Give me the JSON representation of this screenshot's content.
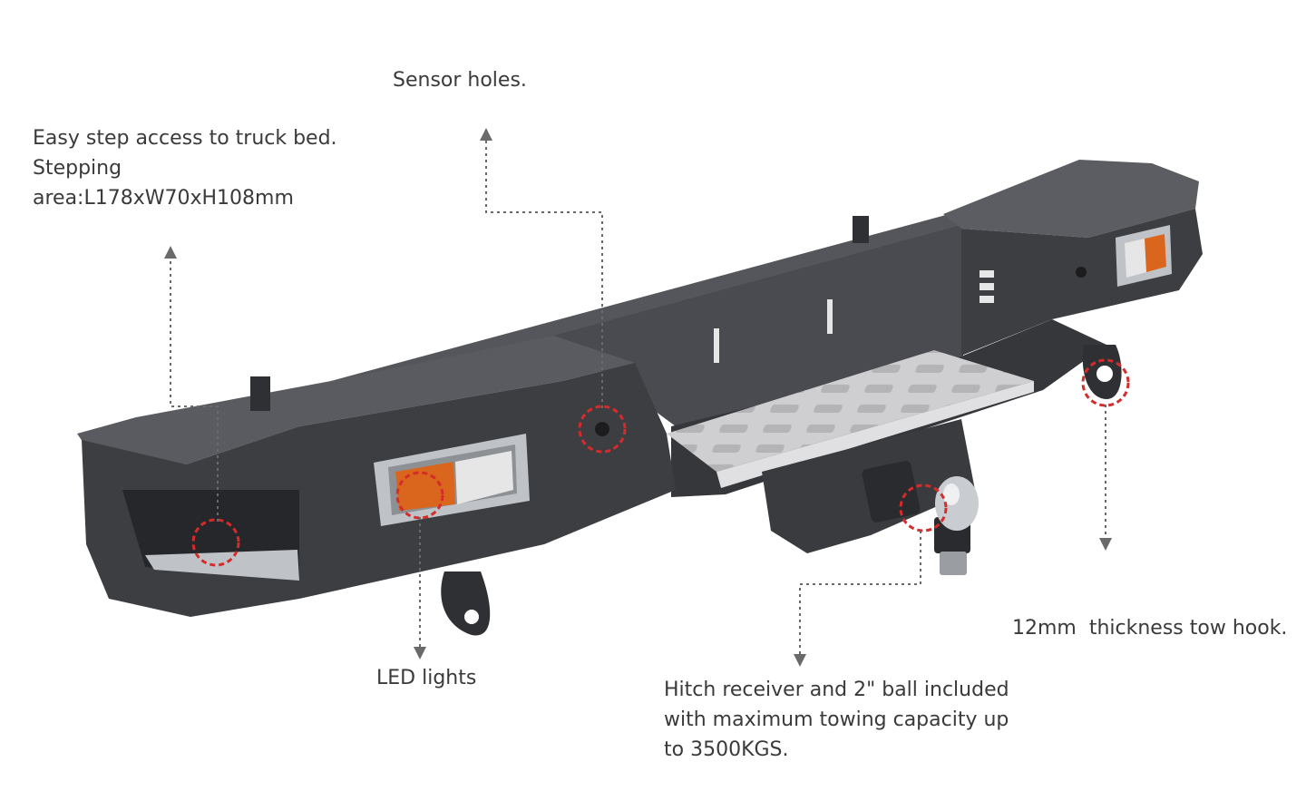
{
  "callouts": {
    "step": {
      "lines": [
        "Easy step access to truck bed.",
        "Stepping",
        "area:L178xW70xH108mm"
      ]
    },
    "sensor": {
      "lines": [
        "Sensor holes."
      ]
    },
    "led": {
      "lines": [
        "LED lights"
      ]
    },
    "hitch": {
      "lines": [
        "Hitch receiver and 2\" ball included",
        "with maximum towing capacity up",
        "to 3500KGS."
      ]
    },
    "tow_hook": {
      "lines": [
        "12mm  thickness tow hook."
      ]
    }
  },
  "colors": {
    "bumper_body": "#3d3e42",
    "bumper_top": "#5a5b60",
    "bumper_dark": "#2a2b2e",
    "tread_plate": "#c9c9cb",
    "callout_circle": "#d62b2b",
    "leader_line": "#6a6a6a",
    "lamp_amber": "#d9661c",
    "lamp_clear": "#e6e6e6",
    "chrome": "#bfc3c8"
  },
  "icons": {
    "arrow": "arrowhead-icon",
    "highlight": "dashed-circle-icon"
  }
}
